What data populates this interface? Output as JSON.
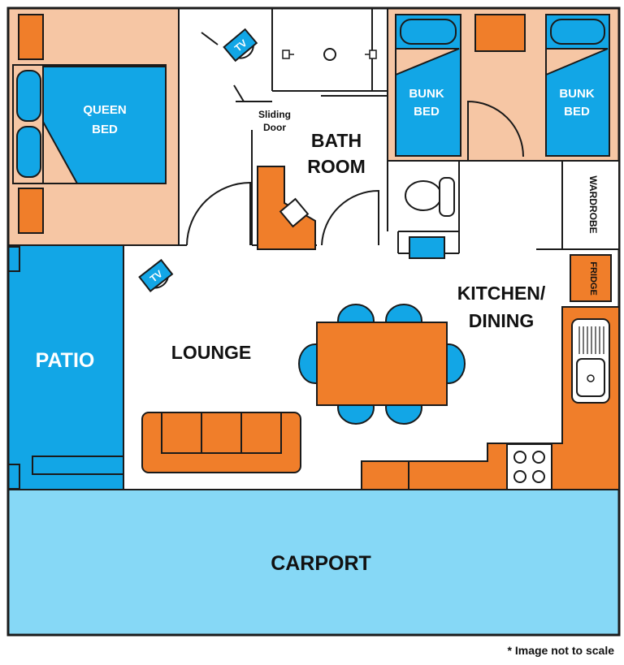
{
  "colors": {
    "bedroom": "#f6c6a4",
    "furniture": "#f07e2a",
    "blue": "#12a6e6",
    "carport": "#86d8f6",
    "wall": "#1a1a1a"
  },
  "labels": {
    "queen_bed": [
      "QUEEN",
      "BED"
    ],
    "bunk_bed_1": [
      "BUNK",
      "BED"
    ],
    "bunk_bed_2": [
      "BUNK",
      "BED"
    ],
    "tv_bedroom": "TV",
    "tv_lounge": "TV",
    "sliding_door": [
      "Sliding",
      "Door"
    ],
    "bathroom": [
      "BATH",
      "ROOM"
    ],
    "wardrobe": "WARDROBE",
    "fridge": "FRIDGE",
    "kitchen": [
      "KITCHEN/",
      "DINING"
    ],
    "lounge": "LOUNGE",
    "patio": "PATIO",
    "carport": "CARPORT"
  },
  "footnote": "* Image not to scale"
}
